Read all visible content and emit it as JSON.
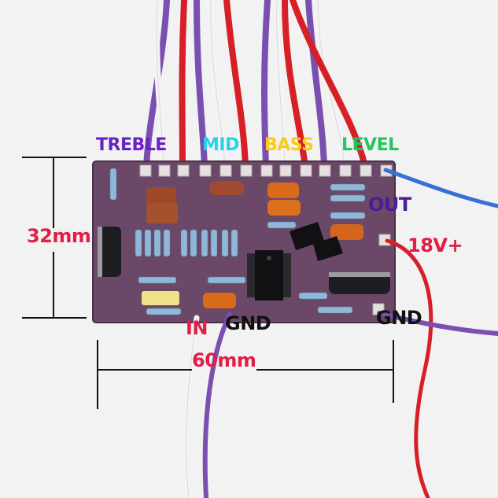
{
  "labels": {
    "treble": "TREBLE",
    "mid": "MID",
    "bass": "BASS",
    "level": "LEVEL",
    "out": "OUT",
    "v18": "18V+",
    "gnd_right": "GND",
    "gnd_mid": "GND",
    "in": "IN",
    "height": "32mm",
    "width": "60mm"
  },
  "colors": {
    "treble": "#6b21c9",
    "mid": "#22d3ee",
    "bass": "#facc15",
    "level": "#22c55e",
    "out": "#4c1d95",
    "v18": "#e11d48",
    "gnd": "#111111",
    "in": "#e11d48",
    "dimension": "#e11d48",
    "pcb": "#6b4868",
    "wire_red": "#d61f26",
    "wire_white": "#f4f4f4",
    "wire_purple": "#7b4fb0",
    "wire_blue": "#3a6fd8"
  }
}
